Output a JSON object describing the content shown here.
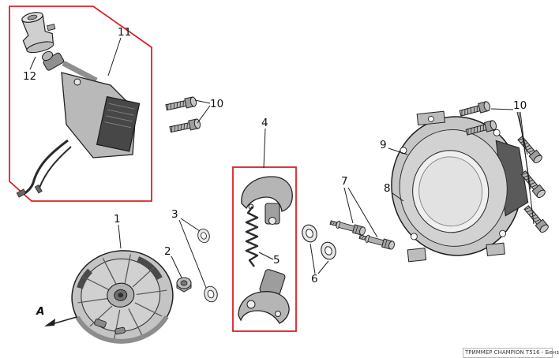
{
  "diagram": {
    "caption": "ТРИММЕР CHAMPION T516 - Бенз",
    "labels": {
      "p1": "1",
      "p2": "2",
      "p3": "3",
      "p4": "4",
      "p5": "5",
      "p6": "6",
      "p7": "7",
      "p8": "8",
      "p9": "9",
      "p10": "10",
      "p11": "11",
      "p12": "12",
      "view_a": "A"
    },
    "colors": {
      "highlight": "#dd1f26",
      "outline": "#1f1f1f",
      "metal_light": "#c9c9c9",
      "metal_mid": "#a9a9a9",
      "metal_dark": "#4d4d4d"
    }
  }
}
